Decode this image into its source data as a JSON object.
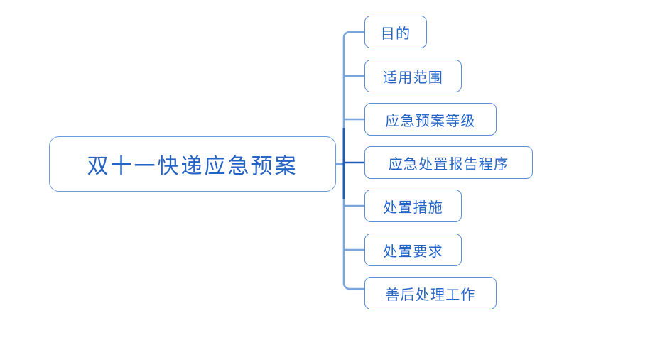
{
  "diagram": {
    "type": "mind-map",
    "background_color": "#ffffff",
    "node_border_color": "#5b8fd4",
    "node_text_color": "#2563c4",
    "connector_color": "#7aa6dd",
    "connector_highlight_color": "#1f5bb5",
    "root": {
      "label": "双十一快递应急预案"
    },
    "children": [
      {
        "label": "目的"
      },
      {
        "label": "适用范围"
      },
      {
        "label": "应急预案等级"
      },
      {
        "label": "应急处置报告程序"
      },
      {
        "label": "处置措施"
      },
      {
        "label": "处置要求"
      },
      {
        "label": "善后处理工作"
      }
    ]
  }
}
